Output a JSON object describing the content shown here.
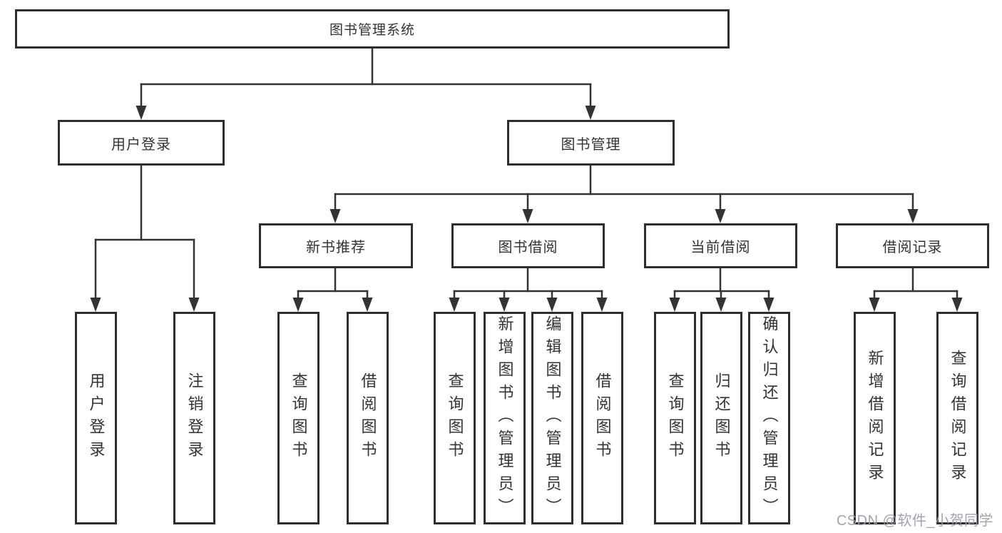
{
  "diagram": {
    "watermark": "CSDN @软件_小贺同学",
    "colors": {
      "line": "#333333",
      "box_border": "#2e2e2e",
      "text": "#333333",
      "watermark": "#989da6",
      "background": "#ffffff"
    },
    "tree": {
      "label": "图书管理系统",
      "children": [
        {
          "label": "用户登录",
          "children": [
            {
              "label": "用户登录"
            },
            {
              "label": "注销登录"
            }
          ]
        },
        {
          "label": "图书管理",
          "children": [
            {
              "label": "新书推荐",
              "children": [
                {
                  "label": "查询图书"
                },
                {
                  "label": "借阅图书"
                }
              ]
            },
            {
              "label": "图书借阅",
              "children": [
                {
                  "label": "查询图书"
                },
                {
                  "label": "新增图书（管理员）"
                },
                {
                  "label": "编辑图书（管理员）"
                },
                {
                  "label": "借阅图书"
                }
              ]
            },
            {
              "label": "当前借阅",
              "children": [
                {
                  "label": "查询图书"
                },
                {
                  "label": "归还图书"
                },
                {
                  "label": "确认归还（管理员）"
                }
              ]
            },
            {
              "label": "借阅记录",
              "children": [
                {
                  "label": "新增借阅记录"
                },
                {
                  "label": "查询借阅记录"
                }
              ]
            }
          ]
        }
      ]
    }
  }
}
